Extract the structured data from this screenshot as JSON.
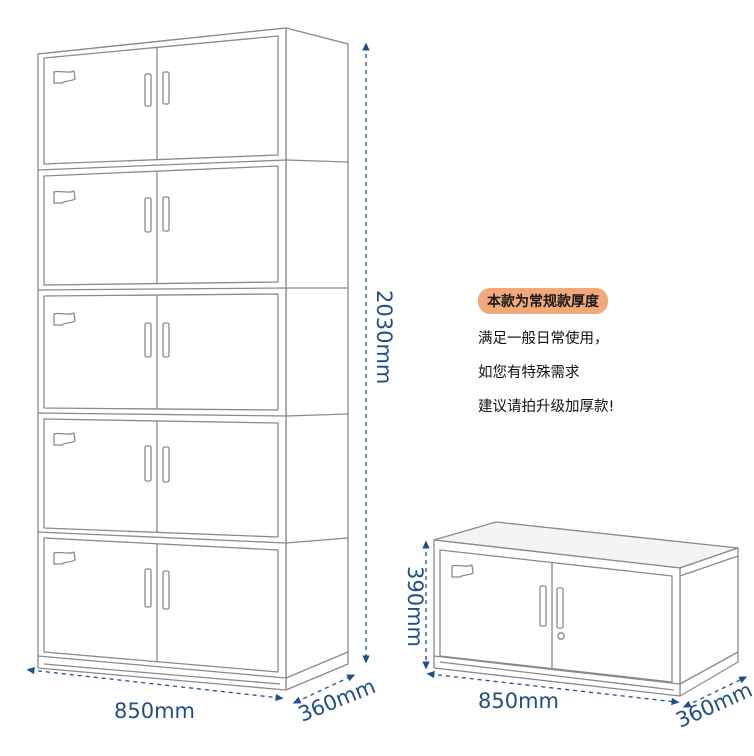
{
  "colors": {
    "outline": "#8a8a8a",
    "dimension": "#1f4f86",
    "badge": "#f3a87a",
    "text": "#111111"
  },
  "tall_cabinet": {
    "section_count": 5,
    "dimensions": {
      "height": "2030mm",
      "width": "850mm",
      "depth": "360mm"
    }
  },
  "low_cabinet": {
    "dimensions": {
      "height": "390mm",
      "width": "850mm",
      "depth": "360mm"
    }
  },
  "note": {
    "badge": "本款为常规款厚度",
    "lines": [
      "满足一般日常使用，",
      "如您有特殊需求",
      "建议请拍升级加厚款!"
    ]
  }
}
